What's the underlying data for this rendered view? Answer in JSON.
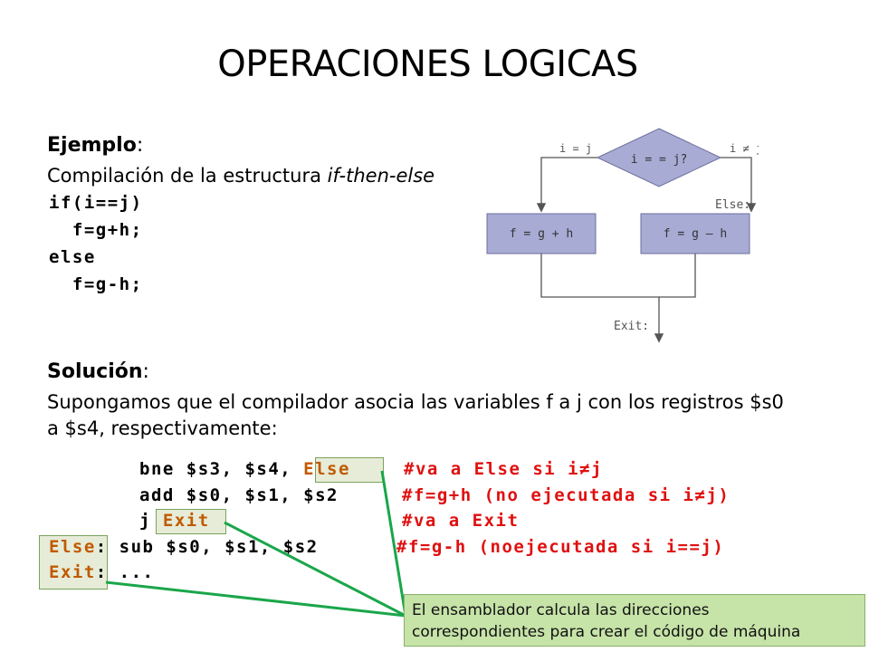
{
  "title": "OPERACIONES LOGICAS",
  "example": {
    "heading": "Ejemplo",
    "colon": ":",
    "desc_prefix": "Compilación de la estructura ",
    "desc_italic": "if-then-else",
    "code": [
      "if(i==j)",
      "  f=g+h;",
      "else",
      "  f=g-h;"
    ]
  },
  "flowchart": {
    "decision": "i = = j?",
    "left_branch": "i = j",
    "right_branch": "i ≠ j",
    "else_label": "Else:",
    "left_box": "f = g + h",
    "right_box": "f = g – h",
    "exit_label": "Exit:"
  },
  "solution": {
    "heading": "Solución",
    "colon": ":",
    "line1": "Supongamos que el compilador asocia las variables f a j con los registros $s0",
    "line2": "a $s4, respectivamente:"
  },
  "asm": {
    "l1_code": "bne $s3, $s4, ",
    "l1_target": "Else",
    "l1_comment": "#va a Else si i≠j",
    "l2_code": "add $s0, $s1, $s2",
    "l2_comment": "#f=g+h (no ejecutada si i≠j)",
    "l3_code": "j ",
    "l3_target": "Exit",
    "l3_comment": "#va a Exit",
    "l4_label": "Else",
    "l4_code": ": sub $s0, $s1, $s2",
    "l4_comment": "#f=g-h (noejecutada si i==j)",
    "l5_label": "Exit",
    "l5_code": ": ..."
  },
  "note": {
    "line1": "El ensamblador calcula las direcciones",
    "line2": "correspondientes para crear el código de máquina"
  },
  "colors": {
    "comment": "#e01010",
    "target": "#c05a00",
    "flow_fill": "#a8abd4",
    "connector": "#1aa64a",
    "note_bg": "#c6e3a8"
  }
}
